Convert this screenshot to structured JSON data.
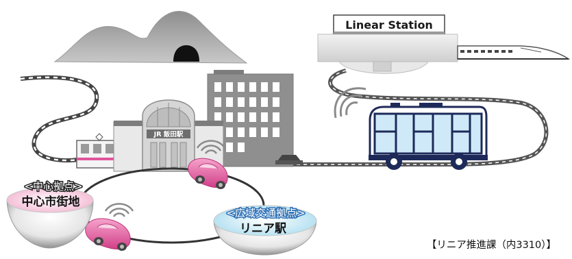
{
  "station_label": "Linear Station",
  "jr_sign": "JR 飯田駅",
  "central_hub": {
    "subtitle": "<中心拠点>",
    "name": "中心市街地"
  },
  "wide_hub": {
    "subtitle": "<広域交通拠点>",
    "name": "リニア駅"
  },
  "footer_note": "【リニア推進課（内3310）】",
  "colors": {
    "mountain": "#a6a6a6",
    "building": "#8c8c8c",
    "road": "#555555",
    "car_pink": "#e0559b",
    "bus_body": "#1d2a59",
    "bus_window": "#cfe9f8",
    "hub_pink": "#f4c6dc",
    "hub_blue": "#c9e8f4"
  },
  "icons": [
    "mountain-tunnel",
    "linear-station",
    "maglev-train",
    "jr-station-building",
    "office-building",
    "train-car",
    "autonomous-bus",
    "small-car",
    "wifi-signal"
  ]
}
